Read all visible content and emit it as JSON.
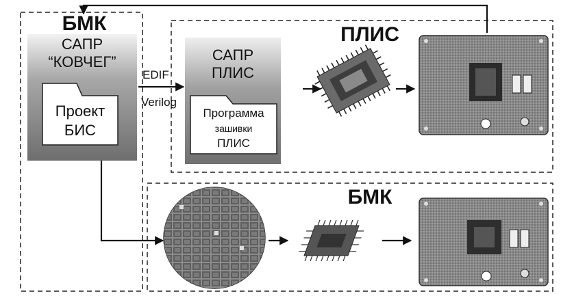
{
  "left_panel": {
    "title": "БМК",
    "cad_line1": "САПР",
    "cad_line2": "“КОВЧЕГ”",
    "folder_line1": "Проект",
    "folder_line2": "БИС"
  },
  "fpga_panel": {
    "title": "ПЛИС",
    "cad_line1": "САПР",
    "cad_line2": "ПЛИС",
    "folder_line1": "Программа",
    "folder_line2": "зашивки",
    "folder_line3": "ПЛИС"
  },
  "bmk_panel": {
    "title": "БМК"
  },
  "connector": {
    "format1": "EDIF",
    "format2": "Verilog"
  }
}
